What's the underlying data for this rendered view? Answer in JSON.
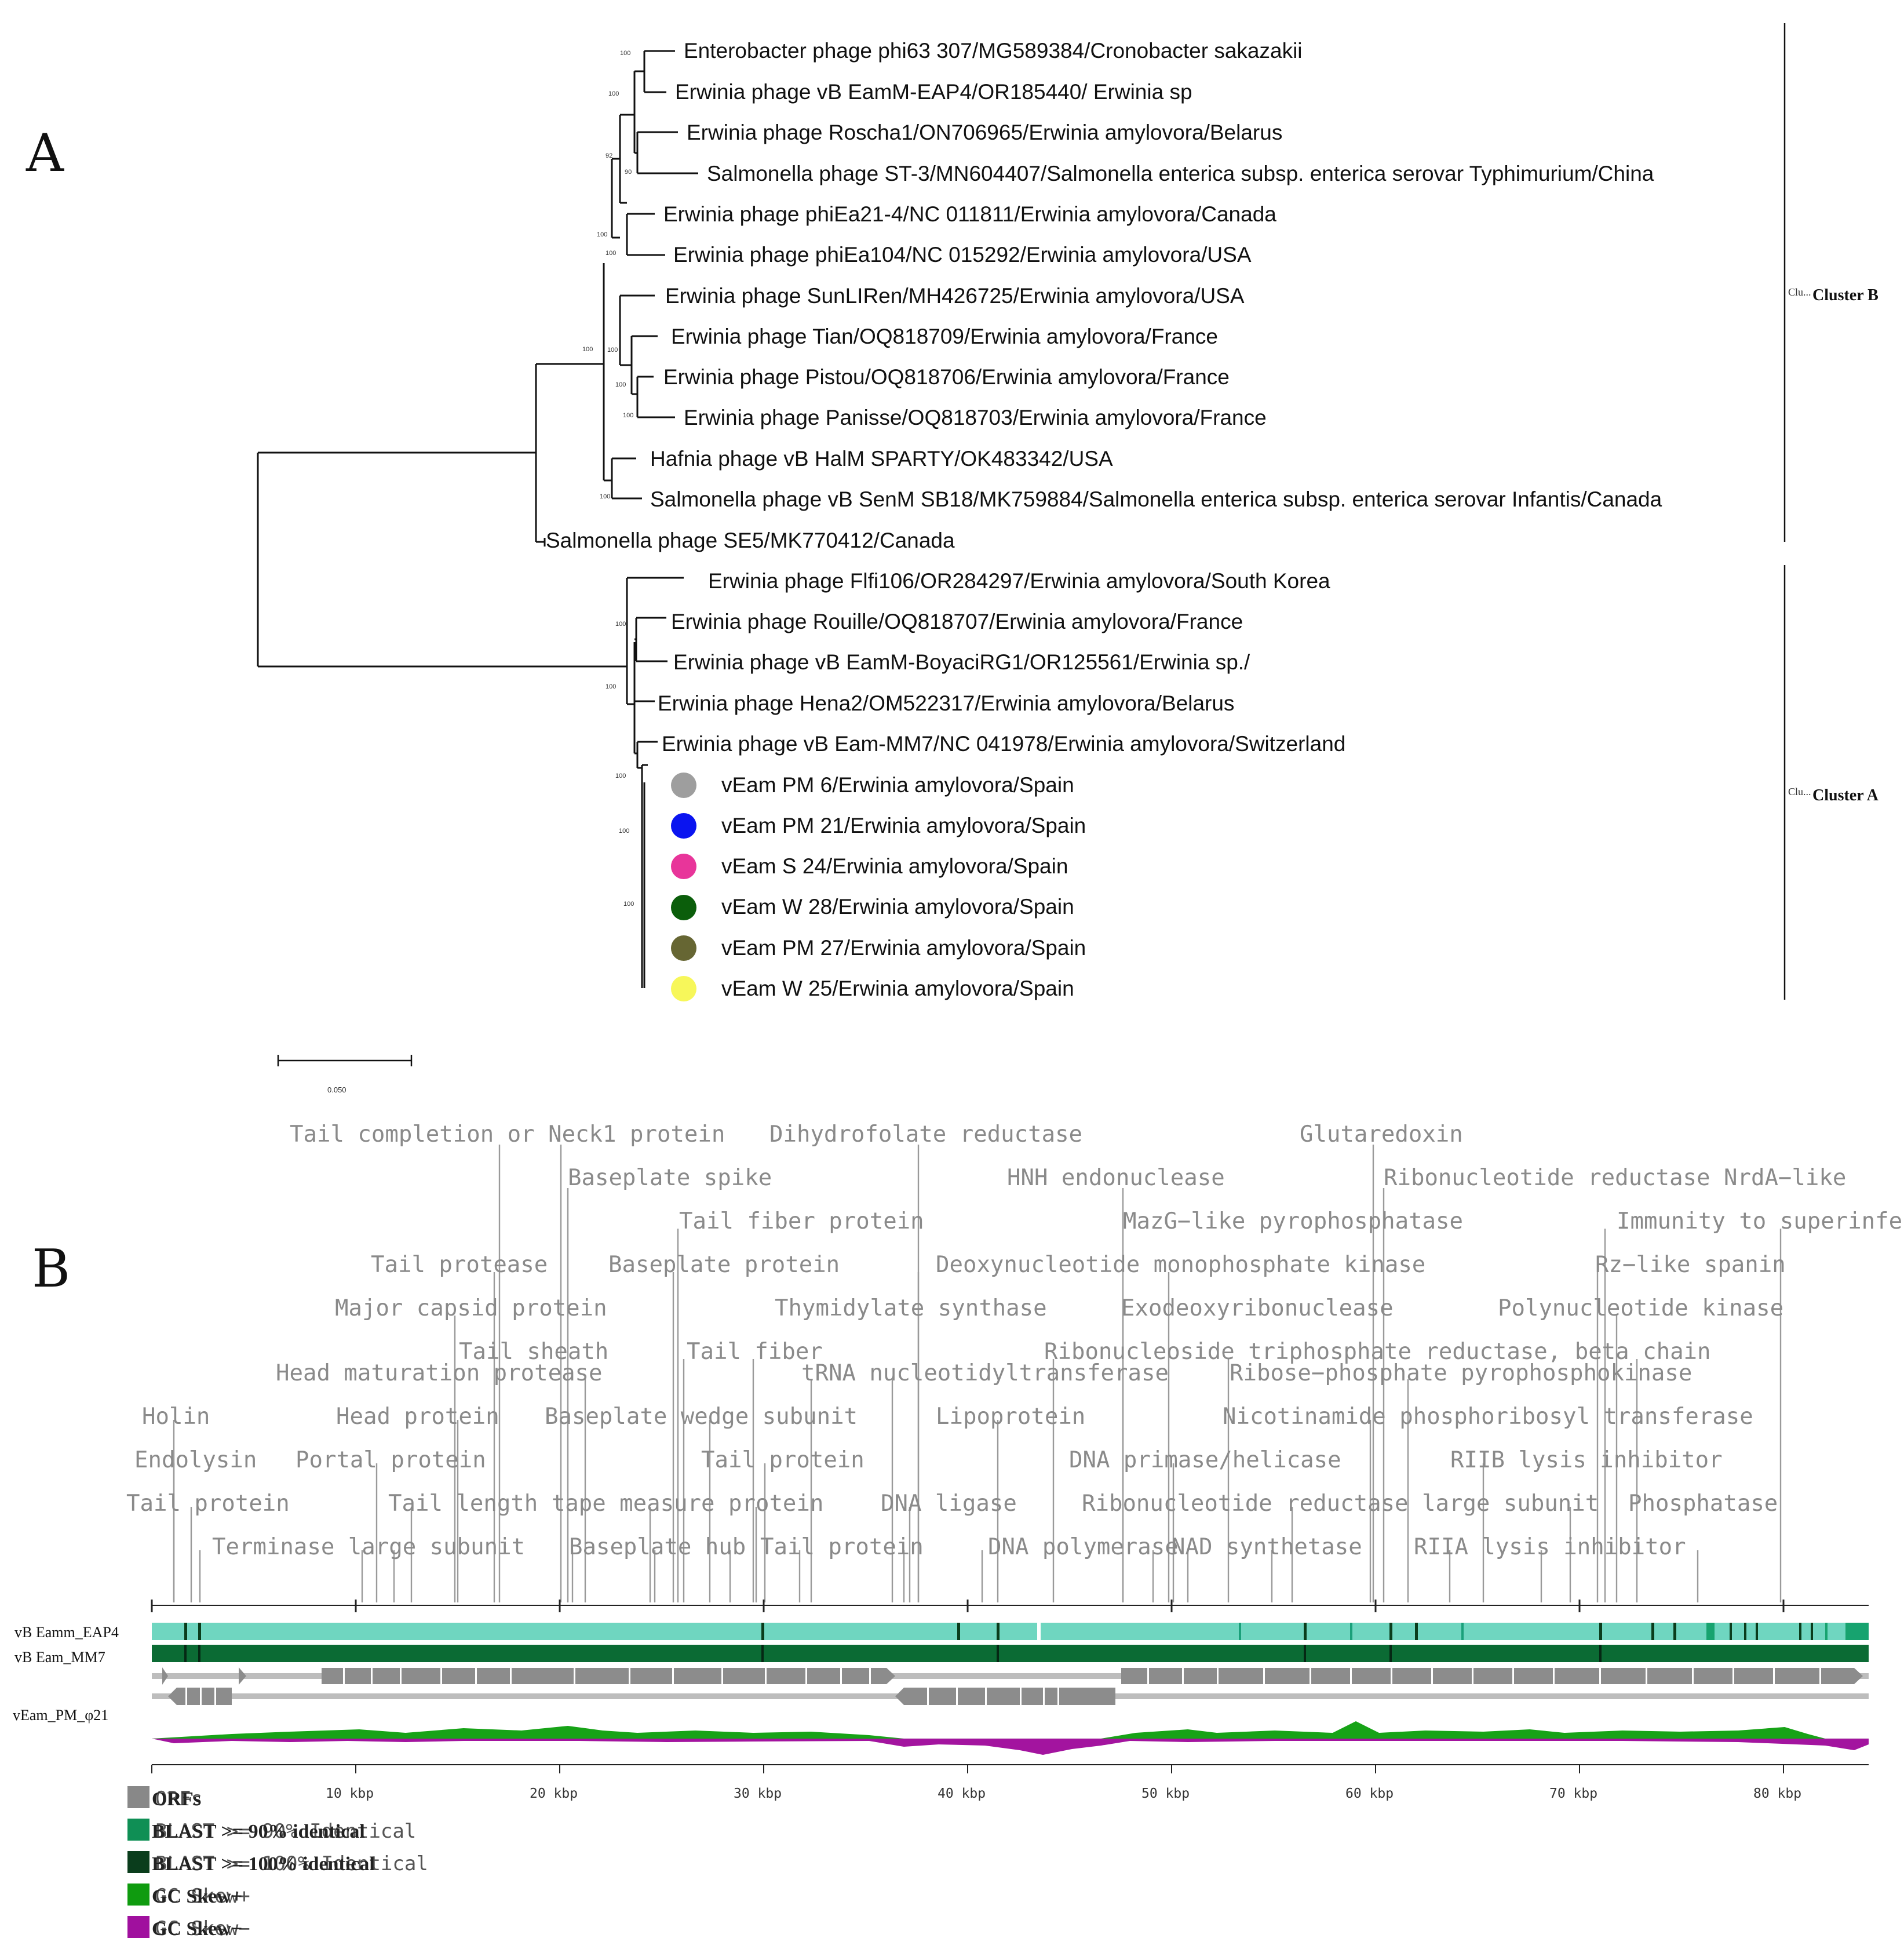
{
  "panel_a": {
    "letter": "A",
    "scale_bar_label": "0.050",
    "leaves": [
      "Enterobacter phage phi63 307/MG589384/Cronobacter sakazakii",
      "Erwinia phage vB EamM-EAP4/OR185440/ Erwinia sp",
      "Erwinia phage Roscha1/ON706965/Erwinia amylovora/Belarus",
      "Salmonella phage ST-3/MN604407/Salmonella enterica subsp. enterica serovar Typhimurium/China",
      "Erwinia phage phiEa21-4/NC 011811/Erwinia amylovora/Canada",
      "Erwinia phage phiEa104/NC 015292/Erwinia amylovora/USA",
      "Erwinia phage SunLIRen/MH426725/Erwinia amylovora/USA",
      "Erwinia phage Tian/OQ818709/Erwinia amylovora/France",
      "Erwinia phage Pistou/OQ818706/Erwinia amylovora/France",
      "Erwinia phage Panisse/OQ818703/Erwinia amylovora/France",
      "Hafnia phage vB HalM SPARTY/OK483342/USA",
      "Salmonella phage vB SenM SB18/MK759884/Salmonella enterica subsp. enterica serovar Infantis/Canada",
      "Salmonella phage SE5/MK770412/Canada",
      "Erwinia phage Flfi106/OR284297/Erwinia amylovora/South Korea",
      "Erwinia phage Rouille/OQ818707/Erwinia amylovora/France",
      "Erwinia phage vB EamM-BoyaciRG1/OR125561/Erwinia sp./",
      "Erwinia phage Hena2/OM522317/Erwinia amylovora/Belarus",
      "Erwinia phage vB Eam-MM7/NC 041978/Erwinia amylovora/Switzerland",
      "vEam PM 6/Erwinia amylovora/Spain",
      "vEam PM 21/Erwinia amylovora/Spain",
      "vEam S 24/Erwinia amylovora/Spain",
      "vEam W 28/Erwinia amylovora/Spain",
      "vEam PM 27/Erwinia amylovora/Spain",
      "vEam W 25/Erwinia amylovora/Spain"
    ],
    "marker_colors": [
      "#9e9e9e",
      "#0a14f0",
      "#e8359a",
      "#0b5e0b",
      "#666633",
      "#f7f75a"
    ],
    "bootstrap_values": [
      "100",
      "100",
      "92",
      "90",
      "100",
      "100",
      "100",
      "100",
      "100",
      "100",
      "100",
      "100",
      "100",
      "100",
      "100",
      "100"
    ],
    "clusters": [
      {
        "label": "Cluster B",
        "ghost": "Clu..."
      },
      {
        "label": "Cluster A",
        "ghost": "Clu..."
      }
    ]
  },
  "panel_b": {
    "letter": "B",
    "gene_labels": [
      "Tail completion or Neck1 protein",
      "Dihydrofolate reductase",
      "Glutaredoxin",
      "Baseplate spike",
      "HNH endonuclease",
      "Ribonucleotide reductase NrdA−like",
      "Tail fiber protein",
      "MazG−like pyrophosphatase",
      "Immunity to superinfe",
      "Tail protease",
      "Baseplate protein",
      "Deoxynucleotide monophosphate kinase",
      "Rz−like spanin",
      "Major capsid protein",
      "Thymidylate synthase",
      "Exodeoxyribonuclease",
      "Polynucleotide kinase",
      "Tail sheath",
      "Tail fiber",
      "Ribonucleoside triphosphate reductase, beta chain",
      "Head maturation protease",
      "tRNA nucleotidyltransferase",
      "Ribose−phosphate pyrophosphokinase",
      "Holin",
      "Head protein",
      "Baseplate wedge subunit",
      "Lipoprotein",
      "Nicotinamide phosphoribosyl transferase",
      "Endolysin",
      "Portal protein",
      "Tail protein",
      "DNA primase/helicase",
      "RIIB lysis inhibitor",
      "Tail protein",
      "Tail length tape measure protein",
      "DNA ligase",
      "Ribonucleotide reductase large subunit",
      "Phosphatase",
      "Terminase large subunit",
      "Baseplate hub",
      "Tail protein",
      "DNA polymerase",
      "NAD synthetase",
      "RIIA lysis inhibitor"
    ],
    "axis_ticks": [
      "10 kbp",
      "20 kbp",
      "30 kbp",
      "40 kbp",
      "50 kbp",
      "60 kbp",
      "70 kbp",
      "80 kbp"
    ],
    "tracks": [
      "vB Eamm_EAP4",
      "vB Eam_MM7",
      "vEam_PM_φ21"
    ],
    "legend": [
      {
        "label": "ORFs",
        "ghost": "ORFs",
        "color": "#888888"
      },
      {
        "label": "BLAST >= 90% identical",
        "ghost": "BLAST >= 90% Identical",
        "color": "#0f8f55"
      },
      {
        "label": "BLAST >= 100% identical",
        "ghost": "BLAST >= 100% Identical",
        "color": "#0a3d1c"
      },
      {
        "label": "GC Skew+",
        "ghost": "GC Skew+",
        "color": "#0f9b0f"
      },
      {
        "label": "GC Skew−",
        "ghost": "GC Skew−",
        "color": "#a0109e"
      }
    ],
    "colors": {
      "blast90": "#6fd6c0",
      "blast100": "#0b6b34",
      "orf": "#8c8c8c",
      "gc_plus": "#17a317",
      "gc_minus": "#a3149f"
    }
  }
}
